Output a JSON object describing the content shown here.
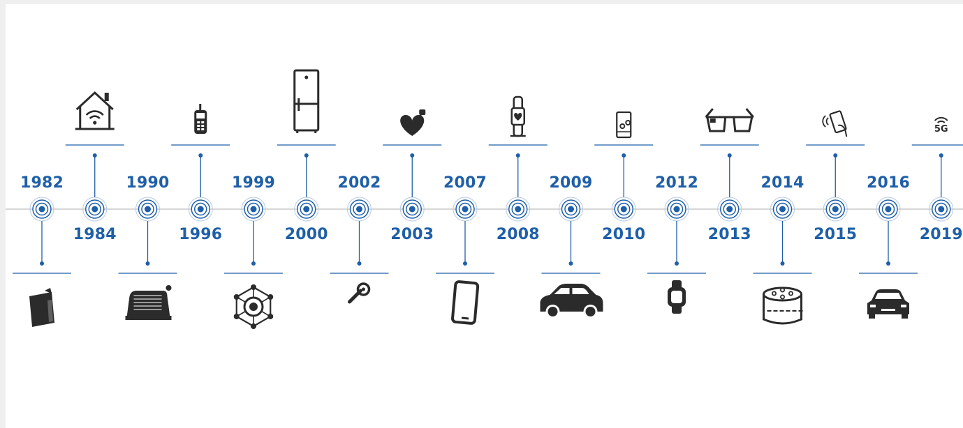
{
  "colors": {
    "accent": "#1f5fa8",
    "axis": "#c9c9c9",
    "icon": "#2b2b2b",
    "background": "#ffffff"
  },
  "milestones": [
    {
      "year": "1982",
      "side": "below",
      "icon": "clamshell-device-icon"
    },
    {
      "year": "1984",
      "side": "above",
      "icon": "smart-home-wifi-icon"
    },
    {
      "year": "1990",
      "side": "below",
      "icon": "vending-machine-icon"
    },
    {
      "year": "1996",
      "side": "above",
      "icon": "mobile-phone-icon"
    },
    {
      "year": "1999",
      "side": "below",
      "icon": "network-hub-icon"
    },
    {
      "year": "2000",
      "side": "above",
      "icon": "smart-fridge-icon"
    },
    {
      "year": "2002",
      "side": "below",
      "icon": "bluetooth-earpiece-icon"
    },
    {
      "year": "2003",
      "side": "above",
      "icon": "pacemaker-heart-icon"
    },
    {
      "year": "2007",
      "side": "below",
      "icon": "smartphone-icon"
    },
    {
      "year": "2008",
      "side": "above",
      "icon": "fitness-band-icon"
    },
    {
      "year": "2009",
      "side": "below",
      "icon": "car-icon"
    },
    {
      "year": "2010",
      "side": "above",
      "icon": "phone-settings-icon"
    },
    {
      "year": "2012",
      "side": "below",
      "icon": "smartwatch-icon"
    },
    {
      "year": "2013",
      "side": "above",
      "icon": "smart-glasses-icon"
    },
    {
      "year": "2014",
      "side": "below",
      "icon": "smart-speaker-icon"
    },
    {
      "year": "2015",
      "side": "above",
      "icon": "contactless-payment-icon"
    },
    {
      "year": "2016",
      "side": "below",
      "icon": "connected-car-icon"
    },
    {
      "year": "2019",
      "side": "above",
      "icon": "5g-network-icon"
    }
  ],
  "labels": {
    "fiveg": "5G"
  }
}
